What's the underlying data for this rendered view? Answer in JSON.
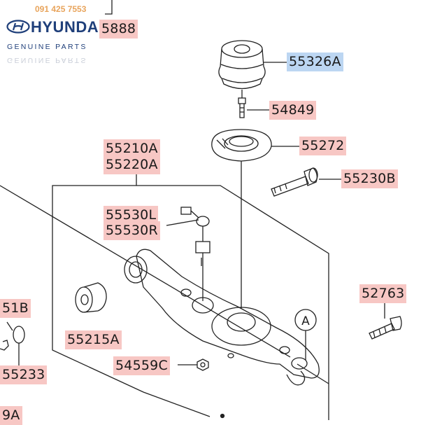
{
  "branding": {
    "phone": "091 425 7553",
    "brand": "HYUNDAI",
    "tagline": "GENUINE PARTS"
  },
  "labels": {
    "p5888": "5888",
    "p55326A": "55326A",
    "p54849": "54849",
    "p55272": "55272",
    "p55210A": "55210A",
    "p55220A": "55220A",
    "p55230B": "55230B",
    "p55530L": "55530L",
    "p55530R": "55530R",
    "p51B": "51B",
    "p52763": "52763",
    "p55215A": "55215A",
    "p54559C": "54559C",
    "p55233": "55233",
    "p9A": "9A",
    "callout_A": "A"
  },
  "colors": {
    "label_bg": "#f7c7c4",
    "label_highlight_bg": "#bcd6f2",
    "brand_blue": "#1f3f7a",
    "phone_orange": "#e8a45c",
    "line": "#222222"
  }
}
